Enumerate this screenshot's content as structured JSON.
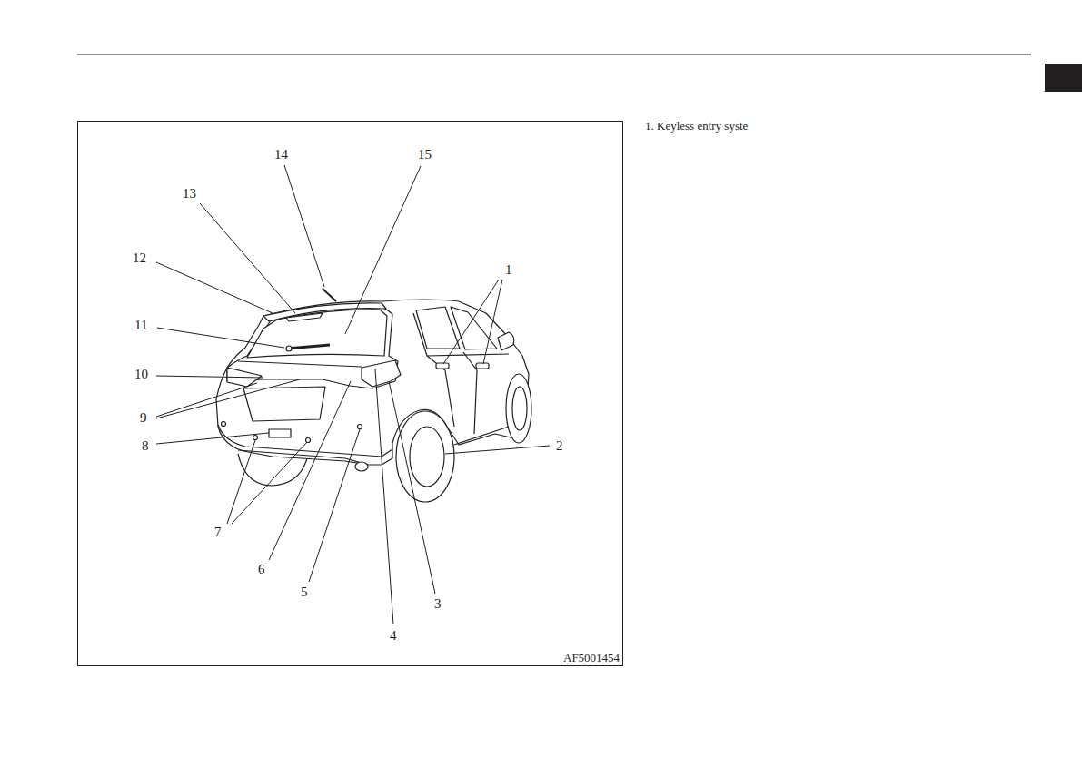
{
  "diagram": {
    "labels": [
      "14",
      "15",
      "13",
      "12",
      "1",
      "11",
      "10",
      "9",
      "8",
      "2",
      "7",
      "6",
      "5",
      "3",
      "4",
      "AF5001454",
      "1. Keyless entry syste"
    ]
  }
}
